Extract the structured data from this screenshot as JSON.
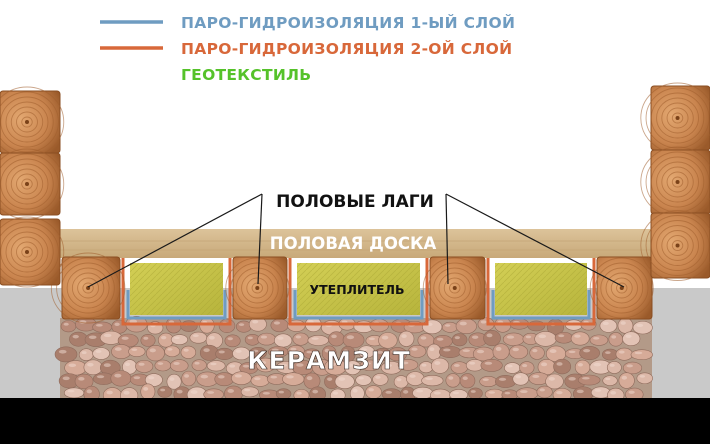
{
  "legend": [
    {
      "label": "ПАРО-ГИДРОИЗОЛЯЦИЯ 1-ЫЙ СЛОЙ",
      "color": "#6f9cc1"
    },
    {
      "label": "ПАРО-ГИДРОИЗОЛЯЦИЯ 2-ОЙ СЛОЙ",
      "color": "#d8683a"
    },
    {
      "label": "ГЕОТЕКСТИЛЬ",
      "color": "#55c22a"
    }
  ],
  "labels": {
    "joists": "ПОЛОВЫЕ ЛАГИ",
    "floorboard": "ПОЛОВАЯ ДОСКА",
    "insulation": "УТЕПЛИТЕЛЬ",
    "expanded_clay": "КЕРАМЗИТ"
  },
  "colors": {
    "wood": "#c9844e",
    "wood_ring": "#a15f2e",
    "board": "#d5b98e",
    "insulation": "#c6c44a",
    "clay_bg": "#b39a88",
    "pebble": "#c99d8b",
    "base": "#c9c9c9",
    "bottom_bar": "#000000"
  }
}
